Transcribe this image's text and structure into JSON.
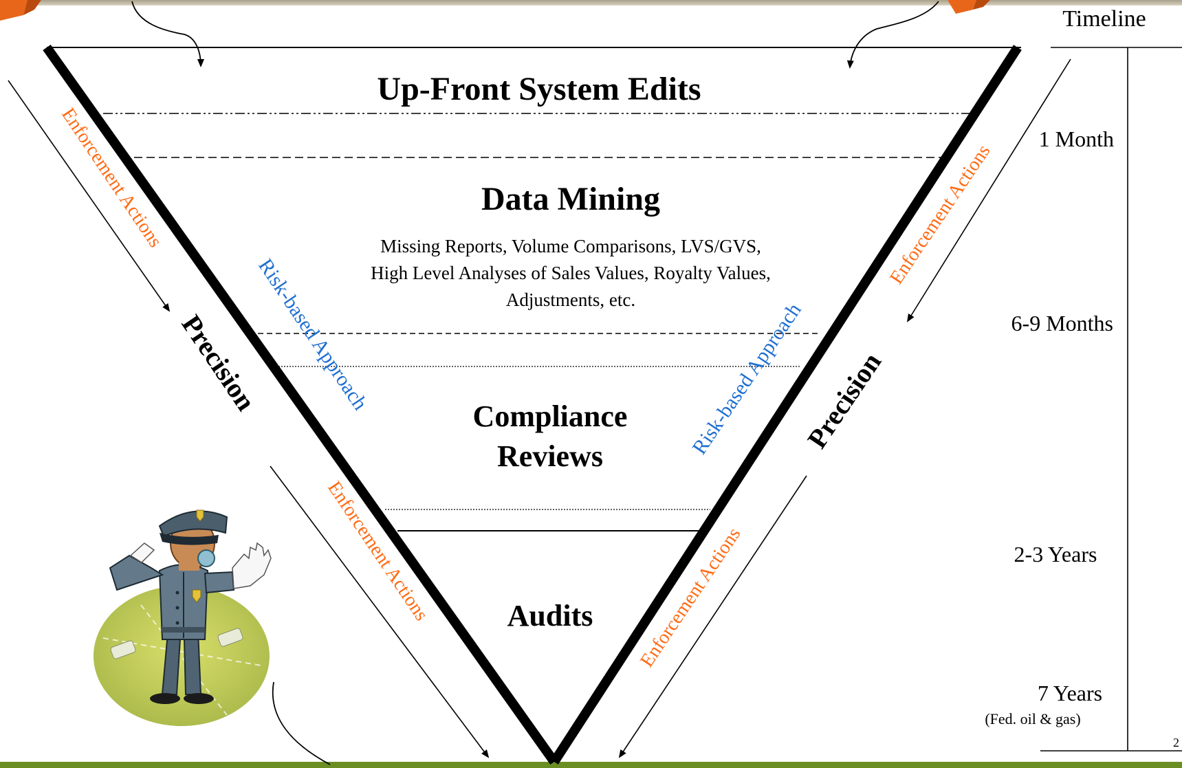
{
  "timeline": {
    "header": "Timeline",
    "marks": [
      "1 Month",
      "6-9 Months",
      "2-3 Years",
      "7 Years"
    ],
    "note": "(Fed. oil & gas)"
  },
  "levels": {
    "upfront": "Up-Front System Edits",
    "data_mining": "Data Mining",
    "data_mining_desc": [
      "Missing Reports, Volume Comparisons, LVS/GVS,",
      "High Level Analyses of Sales Values, Royalty Values,",
      "Adjustments, etc."
    ],
    "compliance": [
      "Compliance",
      "Reviews"
    ],
    "audits": "Audits"
  },
  "side_labels": {
    "enforcement": "Enforcement Actions",
    "precision": "Precision",
    "risk": "Risk-based Approach"
  },
  "page_number": "2",
  "colors": {
    "enforcement": "#ff6a13",
    "risk": "#1f6fd1",
    "ink": "#000000",
    "footer_bar": "#6b8e23"
  },
  "icons": {
    "officer": "traffic-officer-clipart",
    "corner_left": "orange-block-icon",
    "corner_right": "orange-block-icon"
  }
}
